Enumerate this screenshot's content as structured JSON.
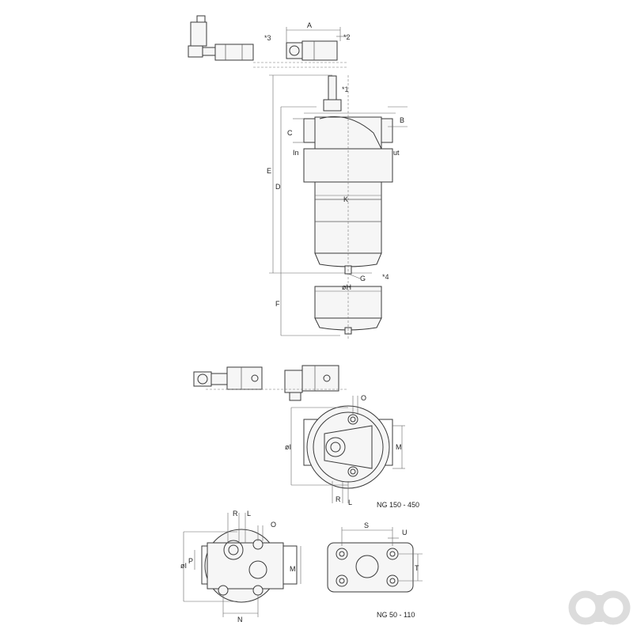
{
  "labels": {
    "A": "A",
    "B": "B",
    "C": "C",
    "D": "D",
    "E": "E",
    "F": "F",
    "G": "G",
    "H": "øH",
    "K": "K",
    "in": "In",
    "out": "Out",
    "n1": "*1",
    "n2": "*2",
    "n3": "*3",
    "n4": "*4",
    "I": "øI",
    "M": "M",
    "O": "O",
    "R": "R",
    "L": "L",
    "N": "N",
    "P": "P",
    "S": "S",
    "T": "T",
    "U": "U"
  },
  "captions": {
    "ng_large": "NG 150 - 450",
    "ng_small": "NG 50 - 110"
  },
  "logo": {
    "icon": "ao-logo",
    "color": "#dcdcdc"
  }
}
